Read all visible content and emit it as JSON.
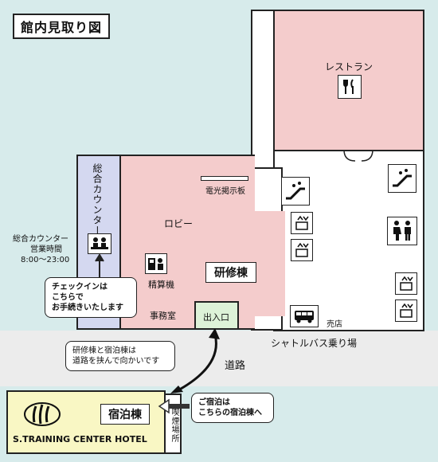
{
  "map": {
    "title": "館内見取り図",
    "restaurant": "レストラン",
    "lobby": "ロビー",
    "bulletin_board": "電光掲示板",
    "reception_counter": "総合カウンター",
    "hours_title": "総合カウンター",
    "hours_label": "営業時間",
    "hours_time": "8:00〜23:00",
    "checkin_line1": "チェックインは",
    "checkin_line2": "こちらで",
    "checkin_line3": "お手続きいたします",
    "payment_machine": "精算機",
    "training_building": "研修棟",
    "office": "事務室",
    "entrance": "出入口",
    "shop": "売店",
    "shuttle_stop": "シャトルバス乗り場",
    "road": "道路",
    "cross_note_line1": "研修棟と宿泊棟は",
    "cross_note_line2": "道路を挟んで向かいです",
    "lodging_building": "宿泊棟",
    "smoking_area": "喫煙場所",
    "lodging_note_line1": "ご宿泊は",
    "lodging_note_line2": "こちらの宿泊棟へ",
    "hotel_name": "S.TRAINING CENTER HOTEL",
    "icons": [
      "restaurant-icon",
      "escalator-icon",
      "elevator-icon",
      "restroom-icon",
      "bus-icon",
      "reception-icon",
      "payment-machine-icon",
      "hotel-logo"
    ]
  }
}
